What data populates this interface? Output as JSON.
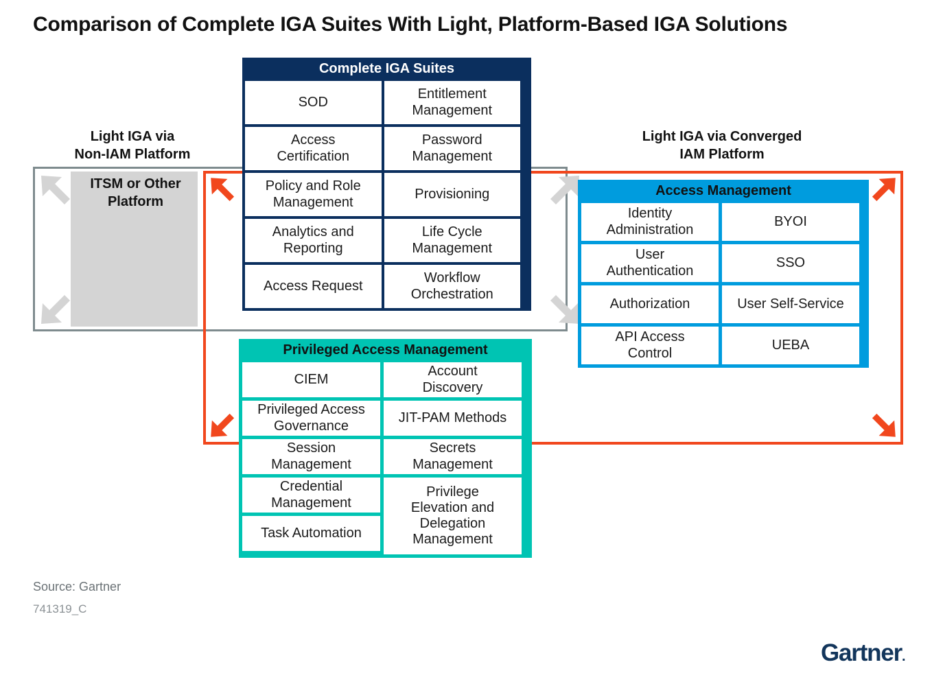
{
  "title": "Comparison of Complete IGA Suites With Light, Platform-Based IGA Solutions",
  "captions": {
    "left": "Light IGA via\nNon-IAM Platform",
    "left_line1": "Light IGA via",
    "left_line2": "Non-IAM Platform",
    "right_line1": "Light IGA via Converged",
    "right_line2": "IAM Platform"
  },
  "grey_band": {
    "platform_label_line1": "ITSM or Other",
    "platform_label_line2": "Platform",
    "border_color": "#7e8b8e",
    "fill_color": "#d4d4d4",
    "arrow_color": "#d4d4d4"
  },
  "orange_scope": {
    "color": "#f1471d",
    "arrows": [
      "northwest",
      "northeast",
      "southwest",
      "southeast"
    ]
  },
  "panels": [
    {
      "id": "complete-iga-suites",
      "header": "Complete IGA Suites",
      "header_color": "#0b2f5e",
      "header_text_color": "#ffffff",
      "cells": [
        "SOD",
        "Entitlement\nManagement",
        "Access\nCertification",
        "Password\nManagement",
        "Policy and Role\nManagement",
        "Provisioning",
        "Analytics and\nReporting",
        "Life Cycle\nManagement",
        "Access Request",
        "Workflow\nOrchestration"
      ]
    },
    {
      "id": "privileged-access-management",
      "header": "Privileged Access Management",
      "header_color": "#00c4b3",
      "header_text_color": "#111111",
      "cells_left": [
        "CIEM",
        "Privileged Access\nGovernance",
        "Session\nManagement",
        "Credential\nManagement",
        "Task Automation"
      ],
      "cells_right": [
        "Account\nDiscovery",
        "JIT-PAM Methods",
        "Secrets\nManagement",
        "Privilege\nElevation and\nDelegation\nManagement"
      ]
    },
    {
      "id": "access-management",
      "header": "Access Management",
      "header_color": "#009cde",
      "header_text_color": "#111111",
      "cells": [
        "Identity\nAdministration",
        "BYOI",
        "User\nAuthentication",
        "SSO",
        "Authorization",
        "User Self-Service",
        "API Access\nControl",
        "UEBA"
      ]
    }
  ],
  "footer": {
    "source": "Source: Gartner",
    "code": "741319_C",
    "logo": "Gartner",
    "logo_color": "#12355b"
  }
}
